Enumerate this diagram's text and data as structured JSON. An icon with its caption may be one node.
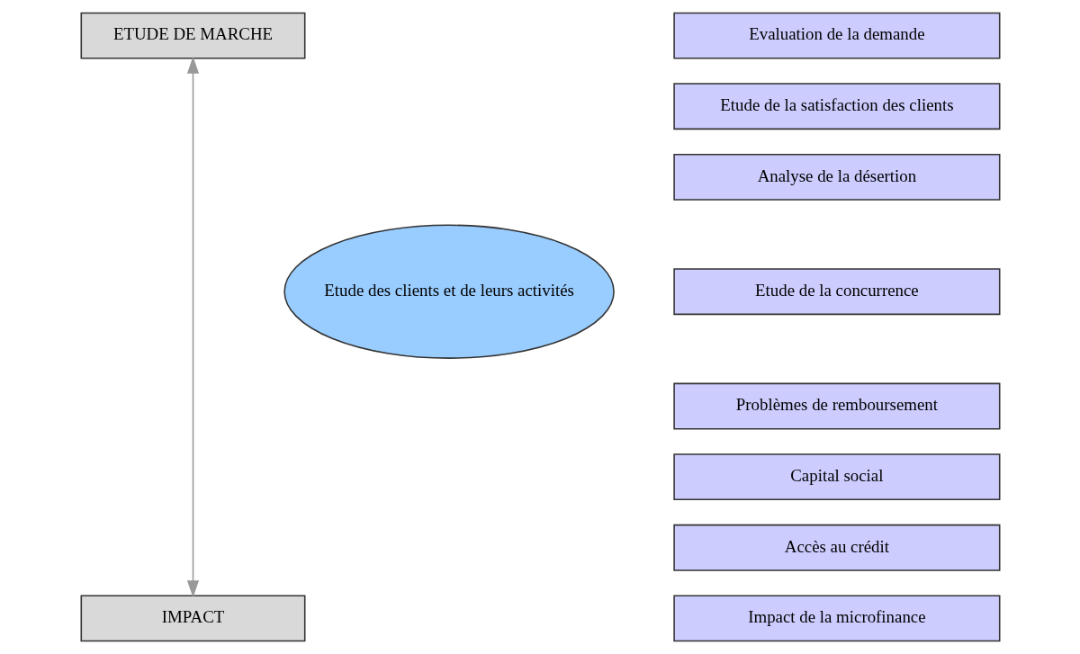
{
  "diagram": {
    "nodes": [
      {
        "text": [
          "ETUDE DE MARCHE"
        ]
      },
      {
        "text": [
          "IMPACT"
        ]
      },
      {
        "text": [
          "Etude des clients et de leurs activités"
        ]
      },
      {
        "text": [
          "Evaluation de la demande"
        ]
      },
      {
        "text": [
          "Etude de la satisfaction des clients"
        ]
      },
      {
        "text": [
          "Analyse de la désertion"
        ]
      },
      {
        "text": [
          "Etude de la concurrence"
        ]
      },
      {
        "text": [
          "Problèmes de remboursement"
        ]
      },
      {
        "text": [
          "Capital social"
        ]
      },
      {
        "text": [
          "Accès au crédit"
        ]
      },
      {
        "text": [
          "Impact de la microfinance"
        ]
      }
    ],
    "edges": [
      {
        "from": 0,
        "to": 1,
        "arrow": "both"
      }
    ]
  }
}
